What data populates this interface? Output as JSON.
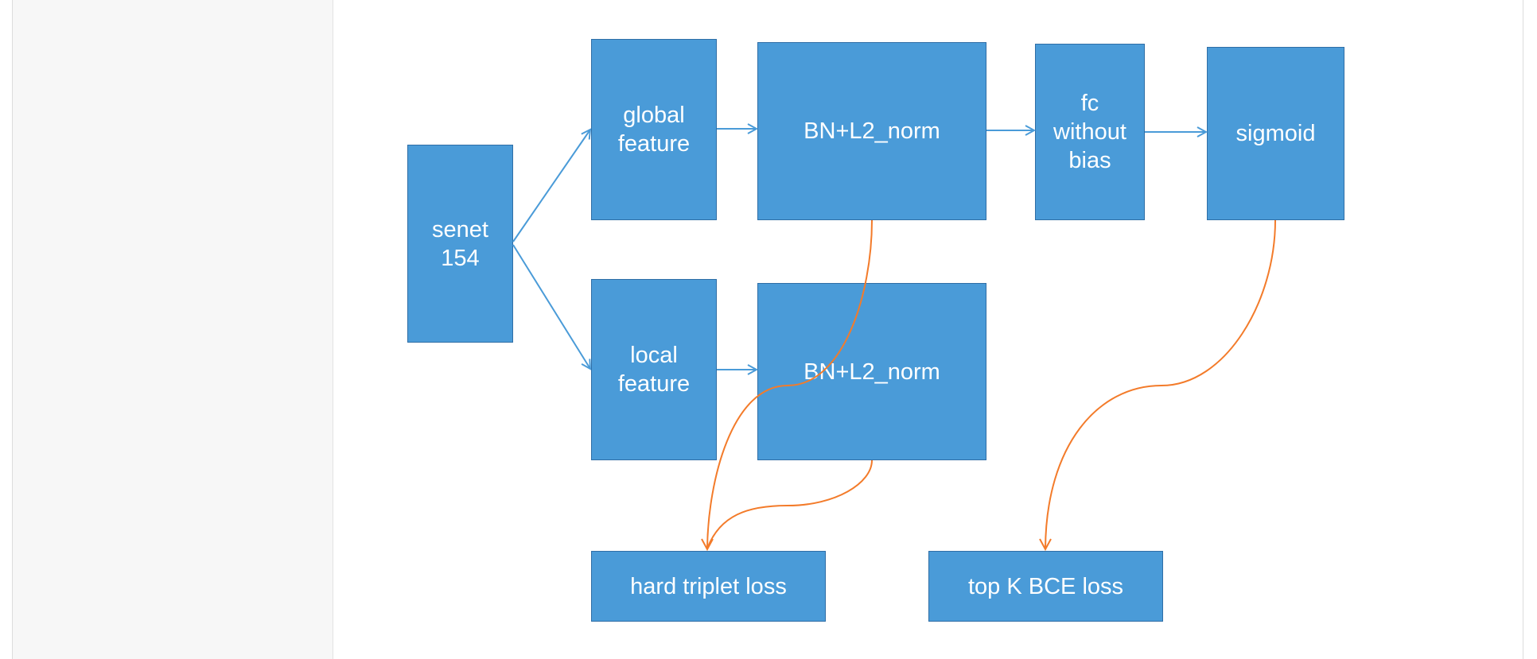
{
  "colors": {
    "node_fill": "#4a9bd8",
    "node_border": "#2f6ea6",
    "flow_edge": "#4a9bd8",
    "loss_edge": "#f37b2a",
    "sidebar_bg": "#f7f7f7"
  },
  "diagram": {
    "nodes": {
      "senet": "senet\n154",
      "global_feature": "global\nfeature",
      "bn_l2_global": "BN+L2_norm",
      "fc_without_bias": "fc\nwithout\nbias",
      "sigmoid": "sigmoid",
      "local_feature": "local\nfeature",
      "bn_l2_local": "BN+L2_norm",
      "hard_triplet_loss": "hard triplet loss",
      "top_k_bce_loss": "top K BCE loss"
    }
  }
}
